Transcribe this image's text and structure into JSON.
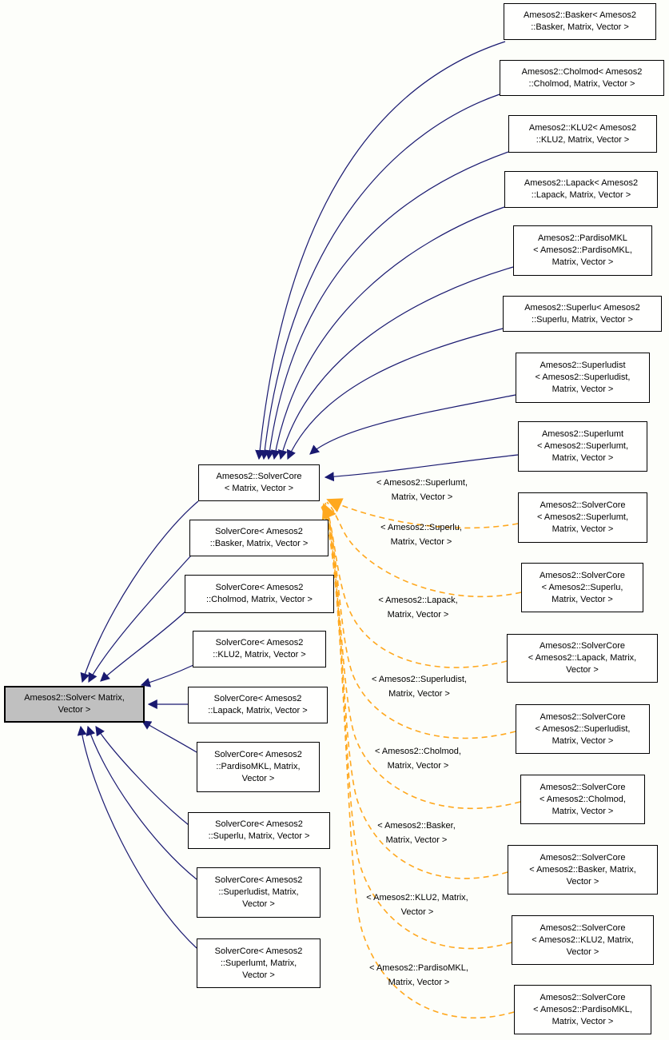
{
  "colors": {
    "inherit_edge": "#191970",
    "template_edge": "#ffa81e",
    "node_bg": "#fffffe",
    "selected_node_bg": "#c0c0c0",
    "node_border": "#000000",
    "page_bg": "#fdfefa",
    "text": "#000000"
  },
  "nodes": {
    "solver": {
      "label": "Amesos2::Solver< Matrix,\nVector >"
    },
    "solver_core_main": {
      "label": "Amesos2::SolverCore\n< Matrix, Vector >"
    },
    "middle": [
      {
        "label": "SolverCore< Amesos2\n::Basker, Matrix, Vector >"
      },
      {
        "label": "SolverCore< Amesos2\n::Cholmod, Matrix, Vector >"
      },
      {
        "label": "SolverCore< Amesos2\n::KLU2, Matrix, Vector >"
      },
      {
        "label": "SolverCore< Amesos2\n::Lapack, Matrix, Vector >"
      },
      {
        "label": "SolverCore< Amesos2\n::PardisoMKL, Matrix,\nVector >"
      },
      {
        "label": "SolverCore< Amesos2\n::Superlu, Matrix, Vector >"
      },
      {
        "label": "SolverCore< Amesos2\n::Superludist, Matrix,\nVector >"
      },
      {
        "label": "SolverCore< Amesos2\n::Superlumt, Matrix,\nVector >"
      }
    ],
    "derived": [
      {
        "label": "Amesos2::Basker< Amesos2\n::Basker, Matrix, Vector >"
      },
      {
        "label": "Amesos2::Cholmod< Amesos2\n::Cholmod, Matrix, Vector >"
      },
      {
        "label": "Amesos2::KLU2< Amesos2\n::KLU2, Matrix, Vector >"
      },
      {
        "label": "Amesos2::Lapack< Amesos2\n::Lapack, Matrix, Vector >"
      },
      {
        "label": "Amesos2::PardisoMKL\n< Amesos2::PardisoMKL,\nMatrix, Vector >"
      },
      {
        "label": "Amesos2::Superlu< Amesos2\n::Superlu, Matrix, Vector >"
      },
      {
        "label": "Amesos2::Superludist\n< Amesos2::Superludist,\nMatrix, Vector >"
      },
      {
        "label": "Amesos2::Superlumt\n< Amesos2::Superlumt,\nMatrix, Vector >"
      }
    ],
    "instances": [
      {
        "label": "Amesos2::SolverCore\n< Amesos2::Superlumt,\nMatrix, Vector >"
      },
      {
        "label": "Amesos2::SolverCore\n< Amesos2::Superlu,\nMatrix, Vector >"
      },
      {
        "label": "Amesos2::SolverCore\n< Amesos2::Lapack, Matrix,\nVector >"
      },
      {
        "label": "Amesos2::SolverCore\n< Amesos2::Superludist,\nMatrix, Vector >"
      },
      {
        "label": "Amesos2::SolverCore\n< Amesos2::Cholmod,\nMatrix, Vector >"
      },
      {
        "label": "Amesos2::SolverCore\n< Amesos2::Basker, Matrix,\nVector >"
      },
      {
        "label": "Amesos2::SolverCore\n< Amesos2::KLU2, Matrix,\nVector >"
      },
      {
        "label": "Amesos2::SolverCore\n< Amesos2::PardisoMKL,\nMatrix, Vector >"
      }
    ]
  },
  "edge_labels": [
    "< Amesos2::Superlumt,\nMatrix, Vector >",
    "< Amesos2::Superlu,\nMatrix, Vector >",
    "< Amesos2::Lapack,\nMatrix, Vector >",
    "< Amesos2::Superludist,\nMatrix, Vector >",
    "< Amesos2::Cholmod,\nMatrix, Vector >",
    "< Amesos2::Basker,\nMatrix, Vector >",
    "< Amesos2::KLU2, Matrix,\nVector >",
    "< Amesos2::PardisoMKL,\nMatrix, Vector >"
  ]
}
